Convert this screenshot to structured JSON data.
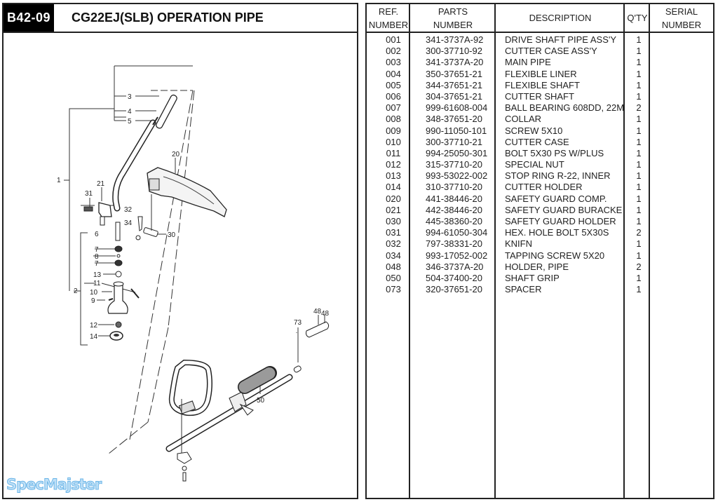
{
  "header": {
    "code": "B42-09",
    "title": "CG22EJ(SLB)  OPERATION PIPE"
  },
  "diagram": {
    "callouts": [
      "1",
      "2",
      "3",
      "4",
      "5",
      "6",
      "7",
      "8",
      "7",
      "13",
      "11",
      "10",
      "9",
      "12",
      "14",
      "20",
      "21",
      "31",
      "32",
      "34",
      "30",
      "73",
      "48",
      "48",
      "50"
    ]
  },
  "watermark": "SpecMajster",
  "table": {
    "headers": {
      "ref": [
        "REF.",
        "NUMBER"
      ],
      "part": [
        "PARTS",
        "NUMBER"
      ],
      "desc": "DESCRIPTION",
      "qty": "Q'TY",
      "serial": [
        "SERIAL",
        "NUMBER"
      ]
    },
    "rows": [
      {
        "ref": "001",
        "part": "341-3737A-92",
        "desc": "DRIVE SHAFT PIPE ASS'Y",
        "qty": "1"
      },
      {
        "ref": "002",
        "part": "300-37710-92",
        "desc": "CUTTER CASE ASS'Y",
        "qty": "1"
      },
      {
        "ref": "003",
        "part": "341-3737A-20",
        "desc": "MAIN PIPE",
        "qty": "1"
      },
      {
        "ref": "004",
        "part": "350-37651-21",
        "desc": "FLEXIBLE LINER",
        "qty": "1"
      },
      {
        "ref": "005",
        "part": "344-37651-21",
        "desc": "FLEXIBLE SHAFT",
        "qty": "1"
      },
      {
        "ref": "006",
        "part": "304-37651-21",
        "desc": "CUTTER SHAFT",
        "qty": "1"
      },
      {
        "ref": "007",
        "part": "999-61608-004",
        "desc": "BALL BEARING 608DD, 22M",
        "qty": "2"
      },
      {
        "ref": "008",
        "part": "348-37651-20",
        "desc": "COLLAR",
        "qty": "1"
      },
      {
        "ref": "009",
        "part": "990-11050-101",
        "desc": "SCREW 5X10",
        "qty": "1"
      },
      {
        "ref": "010",
        "part": "300-37710-21",
        "desc": "CUTTER CASE",
        "qty": "1"
      },
      {
        "ref": "011",
        "part": "994-25050-301",
        "desc": "BOLT 5X30 PS W/PLUS",
        "qty": "1"
      },
      {
        "ref": "012",
        "part": "315-37710-20",
        "desc": "SPECIAL NUT",
        "qty": "1"
      },
      {
        "ref": "013",
        "part": "993-53022-002",
        "desc": "STOP RING R-22, INNER",
        "qty": "1"
      },
      {
        "ref": "014",
        "part": "310-37710-20",
        "desc": "CUTTER HOLDER",
        "qty": "1"
      },
      {
        "ref": "020",
        "part": "441-38446-20",
        "desc": "SAFETY GUARD COMP.",
        "qty": "1"
      },
      {
        "ref": "021",
        "part": "442-38446-20",
        "desc": "SAFETY GUARD BURACKE",
        "qty": "1"
      },
      {
        "ref": "030",
        "part": "445-38360-20",
        "desc": "SAFETY GUARD HOLDER",
        "qty": "1"
      },
      {
        "ref": "031",
        "part": "994-61050-304",
        "desc": "HEX. HOLE BOLT 5X30S",
        "qty": "2"
      },
      {
        "ref": "032",
        "part": "797-38331-20",
        "desc": "KNIFN",
        "qty": "1"
      },
      {
        "ref": "034",
        "part": "993-17052-002",
        "desc": "TAPPING SCREW 5X20",
        "qty": "1"
      },
      {
        "ref": "048",
        "part": "346-3737A-20",
        "desc": "HOLDER, PIPE",
        "qty": "2"
      },
      {
        "ref": "050",
        "part": "504-37400-20",
        "desc": "SHAFT GRIP",
        "qty": "1"
      },
      {
        "ref": "073",
        "part": "320-37651-20",
        "desc": "SPACER",
        "qty": "1"
      }
    ]
  }
}
